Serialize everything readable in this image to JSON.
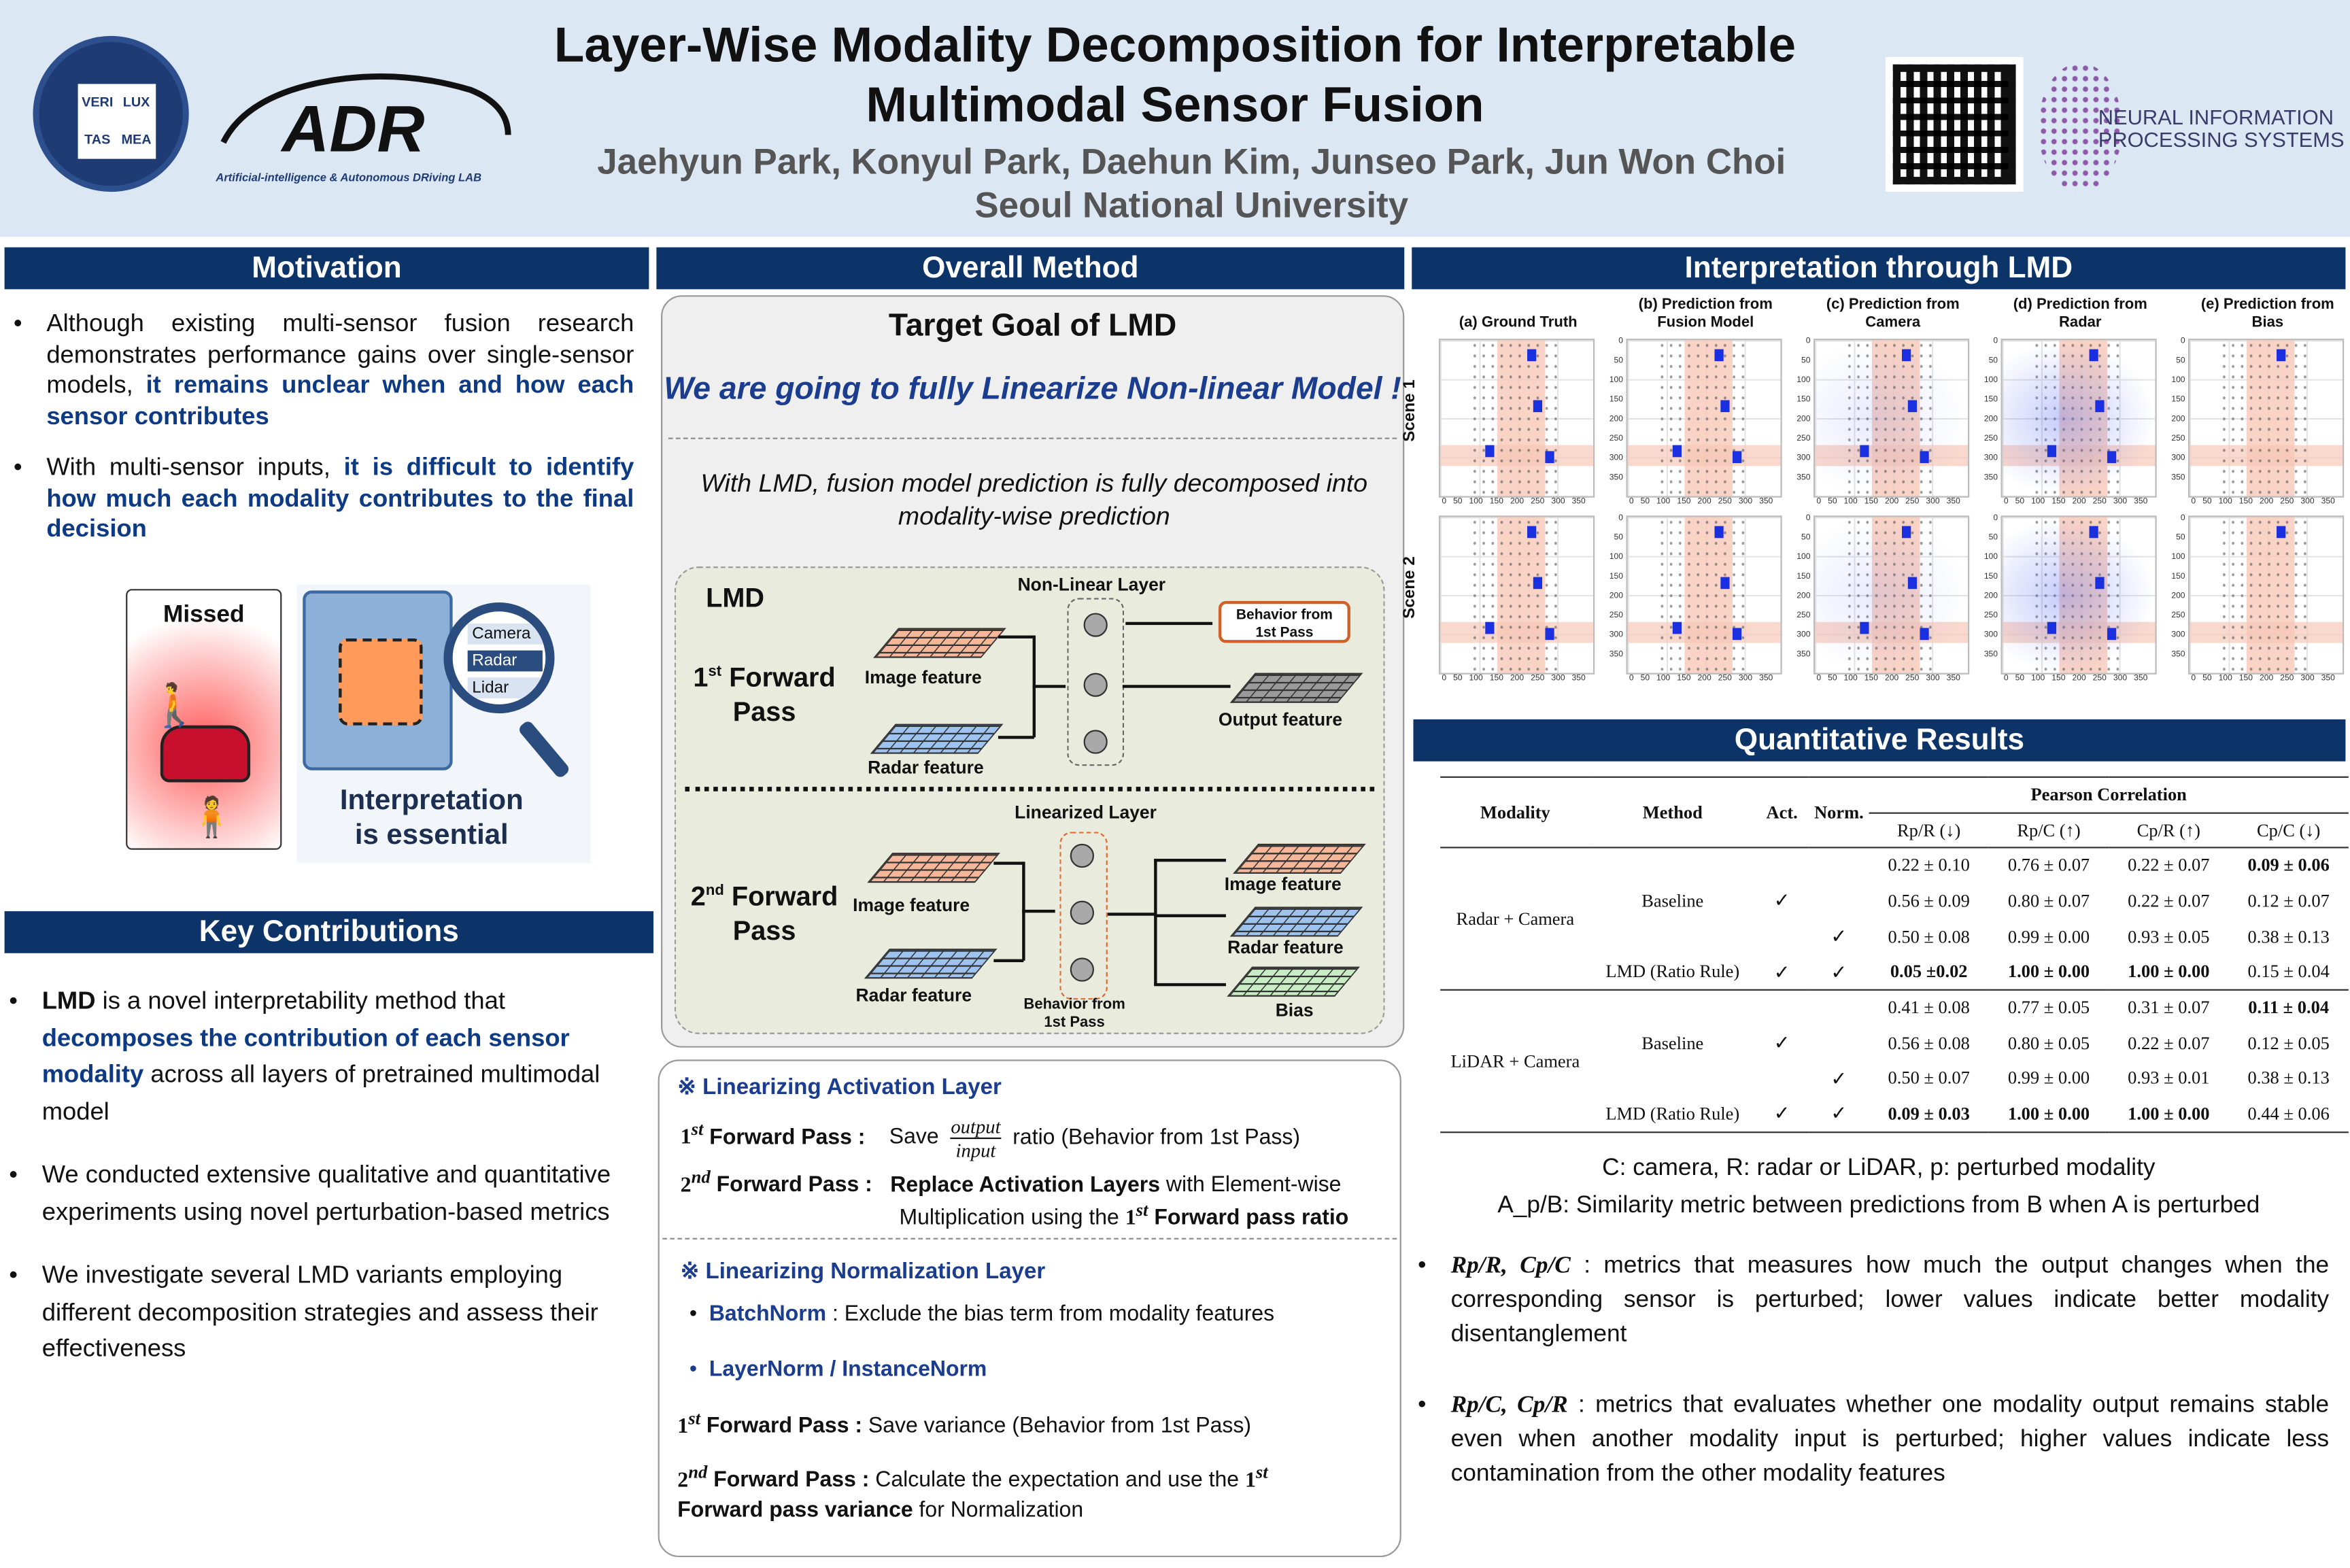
{
  "header": {
    "title_line1": "Layer-Wise Modality Decomposition for Interpretable",
    "title_line2": "Multimodal Sensor Fusion",
    "authors": "Jaehyun Park, Konyul Park, Daehun Kim, Junseo Park, Jun Won Choi",
    "affiliation": "Seoul National University",
    "seal_text": [
      "VERI",
      "LUX",
      "TAS",
      "MEA"
    ],
    "lab_logo": "ADR",
    "lab_subtitle": "Artificial-intelligence & Autonomous DRiving LAB",
    "conference_line1": "NEURAL INFORMATION",
    "conference_line2": "PROCESSING SYSTEMS"
  },
  "motivation": {
    "heading": "Motivation",
    "b1_a": "Although existing multi-sensor fusion research demonstrates performance gains over single-sensor models, ",
    "b1_b": "it remains unclear when and how each sensor contributes",
    "b2_a": "With multi-sensor inputs, ",
    "b2_b": "it is difficult to identify how much each modality contributes to the final decision",
    "fig_missed": "Missed",
    "fig_camera": "Camera",
    "fig_radar": "Radar",
    "fig_lidar": "Lidar",
    "fig_caption_1": "Interpretation",
    "fig_caption_2": "is essential"
  },
  "contributions": {
    "heading": "Key Contributions",
    "c1_a": "LMD",
    "c1_b": " is a novel interpretability method that ",
    "c1_c": "decomposes the contribution of each sensor modality",
    "c1_d": " across all layers of pretrained multimodal model",
    "c2": "We conducted extensive qualitative and quantitative experiments using novel perturbation-based metrics",
    "c3": "We investigate several LMD variants employing different decomposition strategies and assess their effectiveness"
  },
  "method": {
    "heading": "Overall Method",
    "goal_title": "Target Goal of LMD",
    "goal_statement": "We are going to fully Linearize Non-linear Model !",
    "goal_desc": "With LMD, fusion model prediction is fully decomposed into modality-wise prediction",
    "lmd": "LMD",
    "nonlinear_layer": "Non-Linear Layer",
    "linearized_layer": "Linearized Layer",
    "pass1": "Forward Pass",
    "pass1_num": "1",
    "pass1_sup": "st",
    "pass2_num": "2",
    "pass2_sup": "nd",
    "image_feature": "Image feature",
    "radar_feature": "Radar feature",
    "output_feature": "Output feature",
    "bias": "Bias",
    "behavior_1": "Behavior from",
    "behavior_2": "1st Pass",
    "act_title": "※ Linearizing Activation Layer",
    "act_p1_label": "Forward Pass :",
    "act_p1_save": "Save",
    "act_p1_num": "output",
    "act_p1_den": "input",
    "act_p1_rest": "ratio (Behavior from 1st Pass)",
    "act_p2_label": "Forward Pass :",
    "act_p2_bold": "Replace Activation Layers",
    "act_p2_rest": " with Element-wise",
    "act_p2_line2": "Multiplication using  the ",
    "act_p2_line2_bold": "Forward pass ratio",
    "norm_title": "※ Linearizing Normalization Layer",
    "norm_bn": "BatchNorm",
    "norm_bn_desc": " : Exclude the bias term from modality features",
    "norm_ln": "LayerNorm / InstanceNorm",
    "norm_p1_label": "Forward Pass :",
    "norm_p1_desc": " Save variance (Behavior from 1st Pass)",
    "norm_p2_label": "Forward Pass :",
    "norm_p2_desc": " Calculate the expectation and use the ",
    "norm_p2_bold": "Forward pass variance",
    "norm_p2_end": " for Normalization"
  },
  "interpretation": {
    "heading": "Interpretation through LMD",
    "columns": [
      "(a) Ground Truth",
      "(b) Prediction from Fusion Model",
      "(c) Prediction from Camera",
      "(d) Prediction from Radar",
      "(e) Prediction from Bias"
    ],
    "rows": [
      "Scene 1",
      "Scene 2"
    ],
    "x_ticks": "0 50 100 150 200 250 300 350",
    "y_ticks": [
      "0",
      "50",
      "100",
      "150",
      "200",
      "250",
      "300",
      "350"
    ]
  },
  "results": {
    "heading": "Quantitative Results",
    "col_modality": "Modality",
    "col_method": "Method",
    "col_act": "Act.",
    "col_norm": "Norm.",
    "col_group": "Pearson Correlation",
    "metrics": [
      "Rp/R (↓)",
      "Rp/C (↑)",
      "Cp/R (↑)",
      "Cp/C (↓)"
    ],
    "groups": [
      {
        "modality": "Radar + Camera",
        "rows": [
          {
            "method": "",
            "act": "",
            "norm": "",
            "vals": [
              "0.22 ± 0.10",
              "0.76 ± 0.07",
              "0.22 ± 0.07",
              "0.09 ± 0.06"
            ],
            "bold": [
              false,
              false,
              false,
              true
            ]
          },
          {
            "method": "Baseline",
            "act": "✓",
            "norm": "",
            "vals": [
              "0.56 ± 0.09",
              "0.80 ± 0.07",
              "0.22 ± 0.07",
              "0.12 ± 0.07"
            ],
            "bold": [
              false,
              false,
              false,
              false
            ]
          },
          {
            "method": "",
            "act": "",
            "norm": "✓",
            "vals": [
              "0.50 ± 0.08",
              "0.99 ± 0.00",
              "0.93 ± 0.05",
              "0.38 ± 0.13"
            ],
            "bold": [
              false,
              false,
              false,
              false
            ]
          },
          {
            "method": "LMD (Ratio Rule)",
            "act": "✓",
            "norm": "✓",
            "vals": [
              "0.05 ±0.02",
              "1.00 ± 0.00",
              "1.00 ± 0.00",
              "0.15 ± 0.04"
            ],
            "bold": [
              true,
              true,
              true,
              false
            ]
          }
        ]
      },
      {
        "modality": "LiDAR + Camera",
        "rows": [
          {
            "method": "",
            "act": "",
            "norm": "",
            "vals": [
              "0.41 ± 0.08",
              "0.77 ± 0.05",
              "0.31 ± 0.07",
              "0.11 ± 0.04"
            ],
            "bold": [
              false,
              false,
              false,
              true
            ]
          },
          {
            "method": "Baseline",
            "act": "✓",
            "norm": "",
            "vals": [
              "0.56 ± 0.08",
              "0.80 ± 0.05",
              "0.22 ± 0.07",
              "0.12 ± 0.05"
            ],
            "bold": [
              false,
              false,
              false,
              false
            ]
          },
          {
            "method": "",
            "act": "",
            "norm": "✓",
            "vals": [
              "0.50 ± 0.07",
              "0.99 ± 0.00",
              "0.93 ± 0.01",
              "0.38 ± 0.13"
            ],
            "bold": [
              false,
              false,
              false,
              false
            ]
          },
          {
            "method": "LMD (Ratio Rule)",
            "act": "✓",
            "norm": "✓",
            "vals": [
              "0.09 ± 0.03",
              "1.00 ± 0.00",
              "1.00 ± 0.00",
              "0.44 ± 0.06"
            ],
            "bold": [
              true,
              true,
              true,
              false
            ]
          }
        ]
      }
    ],
    "legend1": "C: camera, R: radar or LiDAR,  p: perturbed modality",
    "legend2": "A_p/B: Similarity metric between predictions from B when A is perturbed",
    "note1_sym": "Rp/R, Cp/C",
    "note1": " : metrics that measures how much the output changes when the corresponding sensor is perturbed; lower values indicate better modality disentanglement",
    "note2_sym": "Rp/C, Cp/R",
    "note2": " : metrics that evaluates whether one modality output remains stable even when another modality input is perturbed; higher values indicate less contamination from the other modality features"
  }
}
